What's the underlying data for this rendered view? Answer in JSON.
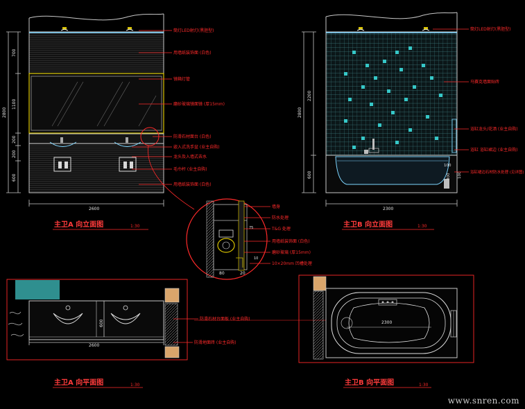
{
  "elevation_a": {
    "title": "主卫A 向立面图",
    "scale": "1:30",
    "dim_width": "2600",
    "dim_height": "2800",
    "dims_vertical": [
      "700",
      "1100",
      "200",
      "200",
      "600"
    ],
    "callouts": [
      "筒灯LED射灯(黑胆型)",
      "用墙纸装饰面 (白色)",
      "镜箱灯管",
      "磨砂玻璃镜面镜 (厚15mm)",
      "防滑石材面台 (白色)",
      "嵌入式洗手盆 (业主自购)",
      "龙头及入墙式去水",
      "毛巾杆 (业主自购)",
      "用墙纸装饰面 (白色)"
    ]
  },
  "elevation_b": {
    "title": "主卫B 向立面图",
    "scale": "1:30",
    "dim_width": "2300",
    "dim_height": "2800",
    "dims_vertical": [
      "2200",
      "600"
    ],
    "side_dims": [
      "100",
      "300",
      "100"
    ],
    "callouts": [
      "筒灯LED射灯(黑胆型)",
      "马赛克墙面贴砖",
      "浴缸龙头/花洒 (业主自购)",
      "浴缸 浴缸裙边 (业主自购)",
      "浴缸裙边石材防水处理 (见详图)"
    ]
  },
  "detail": {
    "callouts": [
      "墙身",
      "防水处理",
      "T&G 处理",
      "用墙纸装饰面 (白色)",
      "磨砂玻璃 (厚15mm)",
      "10×20mm 凹槽处理"
    ],
    "dims": [
      "80",
      "20",
      "75",
      "10"
    ]
  },
  "plan_a": {
    "title": "主卫A 向平面图",
    "scale": "1:30",
    "dim_width": "2600",
    "dim_depth": "600",
    "callouts": [
      "防滑石材台面板 (业主自购)",
      "防滑地面砖 (业主自购)"
    ]
  },
  "plan_b": {
    "title": "主卫B 向平面图",
    "scale": "1:30",
    "dim_width": "2300"
  },
  "watermark": "www.snren.com",
  "colors": {
    "background": "#000000",
    "wall_line": "#c8c8c8",
    "annotation": "#ff2a2a",
    "tile_grid": "#2f6c72",
    "accent_tile": "#36c8c8",
    "fixture": "#7fd6ff",
    "wood": "#d9a56b"
  }
}
